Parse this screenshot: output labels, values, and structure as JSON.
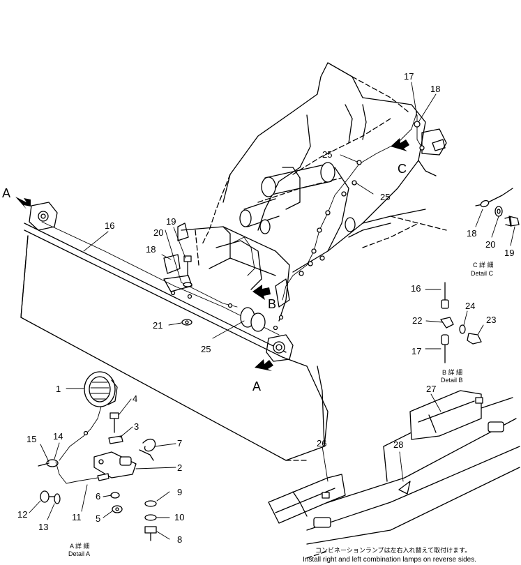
{
  "part_labels": [
    {
      "id": "p1",
      "text": "1"
    },
    {
      "id": "p2",
      "text": "2"
    },
    {
      "id": "p3",
      "text": "3"
    },
    {
      "id": "p4",
      "text": "4"
    },
    {
      "id": "p5",
      "text": "5"
    },
    {
      "id": "p6",
      "text": "6"
    },
    {
      "id": "p7",
      "text": "7"
    },
    {
      "id": "p8",
      "text": "8"
    },
    {
      "id": "p9",
      "text": "9"
    },
    {
      "id": "p10",
      "text": "10"
    },
    {
      "id": "p11",
      "text": "11"
    },
    {
      "id": "p12",
      "text": "12"
    },
    {
      "id": "p13",
      "text": "13"
    },
    {
      "id": "p14",
      "text": "14"
    },
    {
      "id": "p15",
      "text": "15"
    },
    {
      "id": "p16a",
      "text": "16"
    },
    {
      "id": "p16b",
      "text": "16"
    },
    {
      "id": "p17a",
      "text": "17"
    },
    {
      "id": "p17b",
      "text": "17"
    },
    {
      "id": "p18a",
      "text": "18"
    },
    {
      "id": "p18b",
      "text": "18"
    },
    {
      "id": "p18c",
      "text": "18"
    },
    {
      "id": "p19a",
      "text": "19"
    },
    {
      "id": "p19b",
      "text": "19"
    },
    {
      "id": "p20a",
      "text": "20"
    },
    {
      "id": "p20b",
      "text": "20"
    },
    {
      "id": "p21",
      "text": "21"
    },
    {
      "id": "p22",
      "text": "22"
    },
    {
      "id": "p23",
      "text": "23"
    },
    {
      "id": "p24",
      "text": "24"
    },
    {
      "id": "p25a",
      "text": "25"
    },
    {
      "id": "p25b",
      "text": "25"
    },
    {
      "id": "p25c",
      "text": "25"
    },
    {
      "id": "p26",
      "text": "26"
    },
    {
      "id": "p27",
      "text": "27"
    },
    {
      "id": "p28",
      "text": "28"
    }
  ],
  "view_markers": {
    "a_left": "A",
    "a_bottom": "A",
    "b": "B",
    "c": "C"
  },
  "detail_captions": {
    "a_jp": "A 詳 細",
    "a_en": "Detail  A",
    "b_jp": "B 詳 細",
    "b_en": "Detail  B",
    "c_jp": "C 詳 細",
    "c_en": "Detail  C"
  },
  "footnote": {
    "jp": "コンビネーションランプは左右入れ替えて取付けます。",
    "en": "Install right and left combination lamps on reverse sides."
  }
}
